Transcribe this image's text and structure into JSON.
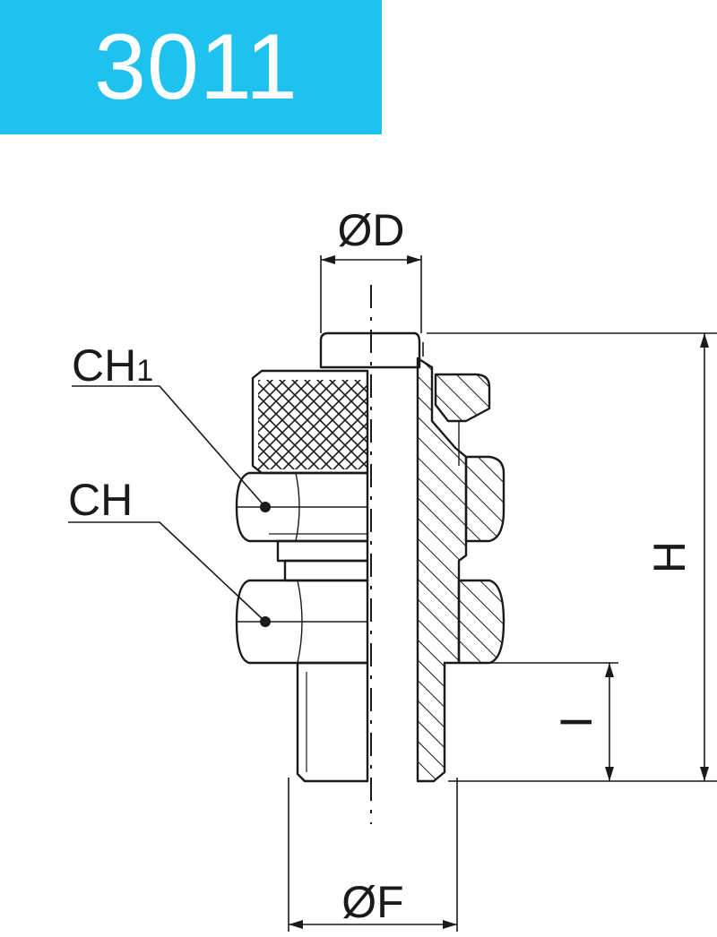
{
  "header": {
    "model": "3011",
    "badge_color": "#1fc2ef"
  },
  "labels": {
    "od": "ØD",
    "of": "ØF",
    "h": "H",
    "l": "I",
    "ch1_main": "CH",
    "ch1_sub": "1",
    "ch": "CH"
  },
  "colors": {
    "line": "#1a1a1a",
    "background": "#ffffff"
  }
}
